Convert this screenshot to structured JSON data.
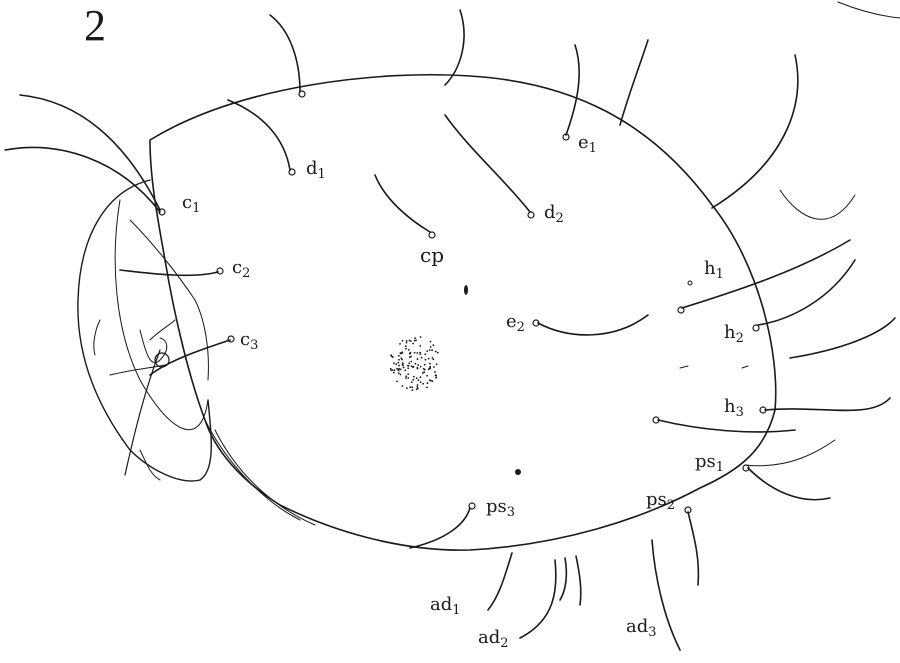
{
  "figure_number": "2",
  "labels": {
    "c1": {
      "base": "c",
      "sub": "1"
    },
    "c2": {
      "base": "c",
      "sub": "2"
    },
    "c3": {
      "base": "c",
      "sub": "3"
    },
    "d1": {
      "base": "d",
      "sub": "1"
    },
    "d2": {
      "base": "d",
      "sub": "2"
    },
    "e1": {
      "base": "e",
      "sub": "1"
    },
    "e2": {
      "base": "e",
      "sub": "2"
    },
    "cp": {
      "base": "cp",
      "sub": ""
    },
    "h1": {
      "base": "h",
      "sub": "1"
    },
    "h2": {
      "base": "h",
      "sub": "2"
    },
    "h3": {
      "base": "h",
      "sub": "3"
    },
    "ps1": {
      "base": "ps",
      "sub": "1"
    },
    "ps2": {
      "base": "ps",
      "sub": "2"
    },
    "ps3": {
      "base": "ps",
      "sub": "3"
    },
    "ad1": {
      "base": "ad",
      "sub": "1"
    },
    "ad2": {
      "base": "ad",
      "sub": "2"
    },
    "ad3": {
      "base": "ad",
      "sub": "3"
    }
  },
  "colors": {
    "ink": "#1a1a1a",
    "background": "#ffffff"
  }
}
